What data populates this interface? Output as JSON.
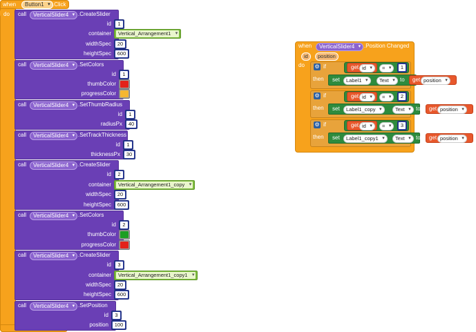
{
  "left_event": {
    "when": "when",
    "do": "do",
    "component": "Button1",
    "event": ".Click",
    "calls": [
      {
        "call": "call",
        "component": "VerticalSlider4",
        "method": ".CreateSlider",
        "params": [
          {
            "label": "id",
            "value": "1",
            "kind": "num"
          },
          {
            "label": "container",
            "value": "Vertical_Arrangement1",
            "kind": "txt"
          },
          {
            "label": "widthSpec",
            "value": "20",
            "kind": "num"
          },
          {
            "label": "heightSpec",
            "value": "600",
            "kind": "num"
          }
        ]
      },
      {
        "call": "call",
        "component": "VerticalSlider4",
        "method": ".SetColors",
        "params": [
          {
            "label": "id",
            "value": "1",
            "kind": "num"
          },
          {
            "label": "thumbColor",
            "value": "#e3221a",
            "kind": "color"
          },
          {
            "label": "progressColor",
            "value": "#f5b731",
            "kind": "color"
          }
        ]
      },
      {
        "call": "call",
        "component": "VerticalSlider4",
        "method": ".SetThumbRadius",
        "params": [
          {
            "label": "id",
            "value": "1",
            "kind": "num"
          },
          {
            "label": "radiusPx",
            "value": "40",
            "kind": "num"
          }
        ]
      },
      {
        "call": "call",
        "component": "VerticalSlider4",
        "method": ".SetTrackThickness",
        "params": [
          {
            "label": "id",
            "value": "1",
            "kind": "num"
          },
          {
            "label": "thicknessPx",
            "value": "30",
            "kind": "num"
          }
        ]
      },
      {
        "call": "call",
        "component": "VerticalSlider4",
        "method": ".CreateSlider",
        "params": [
          {
            "label": "id",
            "value": "2",
            "kind": "num"
          },
          {
            "label": "container",
            "value": "Vertical_Arrangement1_copy",
            "kind": "txt"
          },
          {
            "label": "widthSpec",
            "value": "20",
            "kind": "num"
          },
          {
            "label": "heightSpec",
            "value": "600",
            "kind": "num"
          }
        ]
      },
      {
        "call": "call",
        "component": "VerticalSlider4",
        "method": ".SetColors",
        "params": [
          {
            "label": "id",
            "value": "2",
            "kind": "num"
          },
          {
            "label": "thumbColor",
            "value": "#1c9e23",
            "kind": "color"
          },
          {
            "label": "progressColor",
            "value": "#e3221a",
            "kind": "color"
          }
        ]
      },
      {
        "call": "call",
        "component": "VerticalSlider4",
        "method": ".CreateSlider",
        "params": [
          {
            "label": "id",
            "value": "3",
            "kind": "num"
          },
          {
            "label": "container",
            "value": "Vertical_Arrangement1_copy1",
            "kind": "txt"
          },
          {
            "label": "widthSpec",
            "value": "20",
            "kind": "num"
          },
          {
            "label": "heightSpec",
            "value": "600",
            "kind": "num"
          }
        ]
      },
      {
        "call": "call",
        "component": "VerticalSlider4",
        "method": ".SetPosition",
        "params": [
          {
            "label": "id",
            "value": "3",
            "kind": "num"
          },
          {
            "label": "position",
            "value": "100",
            "kind": "num"
          }
        ]
      }
    ]
  },
  "right_event": {
    "when": "when",
    "do": "do",
    "component": "VerticalSlider4",
    "event": ".Position Changed",
    "args": [
      "id",
      "position"
    ],
    "branches": [
      {
        "if": "if",
        "then": "then",
        "get": "get",
        "var": "id",
        "op": "=",
        "value": "1",
        "set": "set",
        "label": "Label1",
        "prop": "Text",
        "to": "to",
        "get2": "get",
        "var2": "position"
      },
      {
        "if": "if",
        "then": "then",
        "get": "get",
        "var": "id",
        "op": "=",
        "value": "2",
        "set": "set",
        "label": "Label1_copy",
        "prop": "Text",
        "to": "to",
        "get2": "get",
        "var2": "position"
      },
      {
        "if": "if",
        "then": "then",
        "get": "get",
        "var": "id",
        "op": "=",
        "value": "3",
        "set": "set",
        "label": "Label1_copy1",
        "prop": "Text",
        "to": "to",
        "get2": "get",
        "var2": "position"
      }
    ]
  }
}
